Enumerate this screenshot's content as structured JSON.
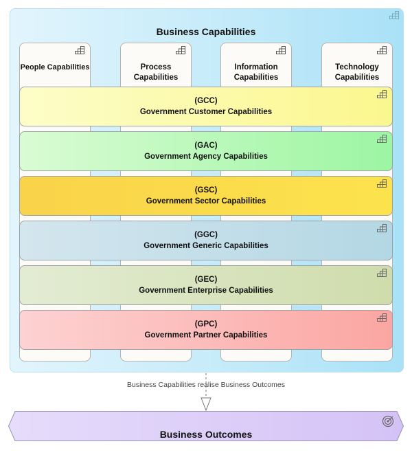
{
  "diagram": {
    "title": "Business Capabilities",
    "columns": [
      {
        "label": "People Capabilities"
      },
      {
        "label": "Process\nCapabilities"
      },
      {
        "label": "Information\nCapabilities"
      },
      {
        "label": "Technology\nCapabilities"
      }
    ],
    "rows": [
      {
        "code": "(GCC)",
        "name": "Government Customer Capabilities",
        "color_from": "#fdfdc8",
        "color_to": "#fbf78e"
      },
      {
        "code": "(GAC)",
        "name": "Government Agency Capabilities",
        "color_from": "#dafbd4",
        "color_to": "#9cf6a2"
      },
      {
        "code": "(GSC)",
        "name": "Government Sector Capabilities",
        "color_from": "#f9d34a",
        "color_to": "#fce34c"
      },
      {
        "code": "(GGC)",
        "name": "Government Generic Capabilities",
        "color_from": "#d4e6ee",
        "color_to": "#b3d7e4"
      },
      {
        "code": "(GEC)",
        "name": "Government Enterprise Capabilities",
        "color_from": "#e3ecd3",
        "color_to": "#cfdcab"
      },
      {
        "code": "(GPC)",
        "name": "Government Partner Capabilities",
        "color_from": "#fdd2d2",
        "color_to": "#fba6a2"
      }
    ],
    "connector_label": "Business Capabilities realise Business Outcomes",
    "outcomes_label": "Business Outcomes",
    "icons": {
      "capability": "capability-grid-icon",
      "outcome": "target-icon"
    }
  }
}
